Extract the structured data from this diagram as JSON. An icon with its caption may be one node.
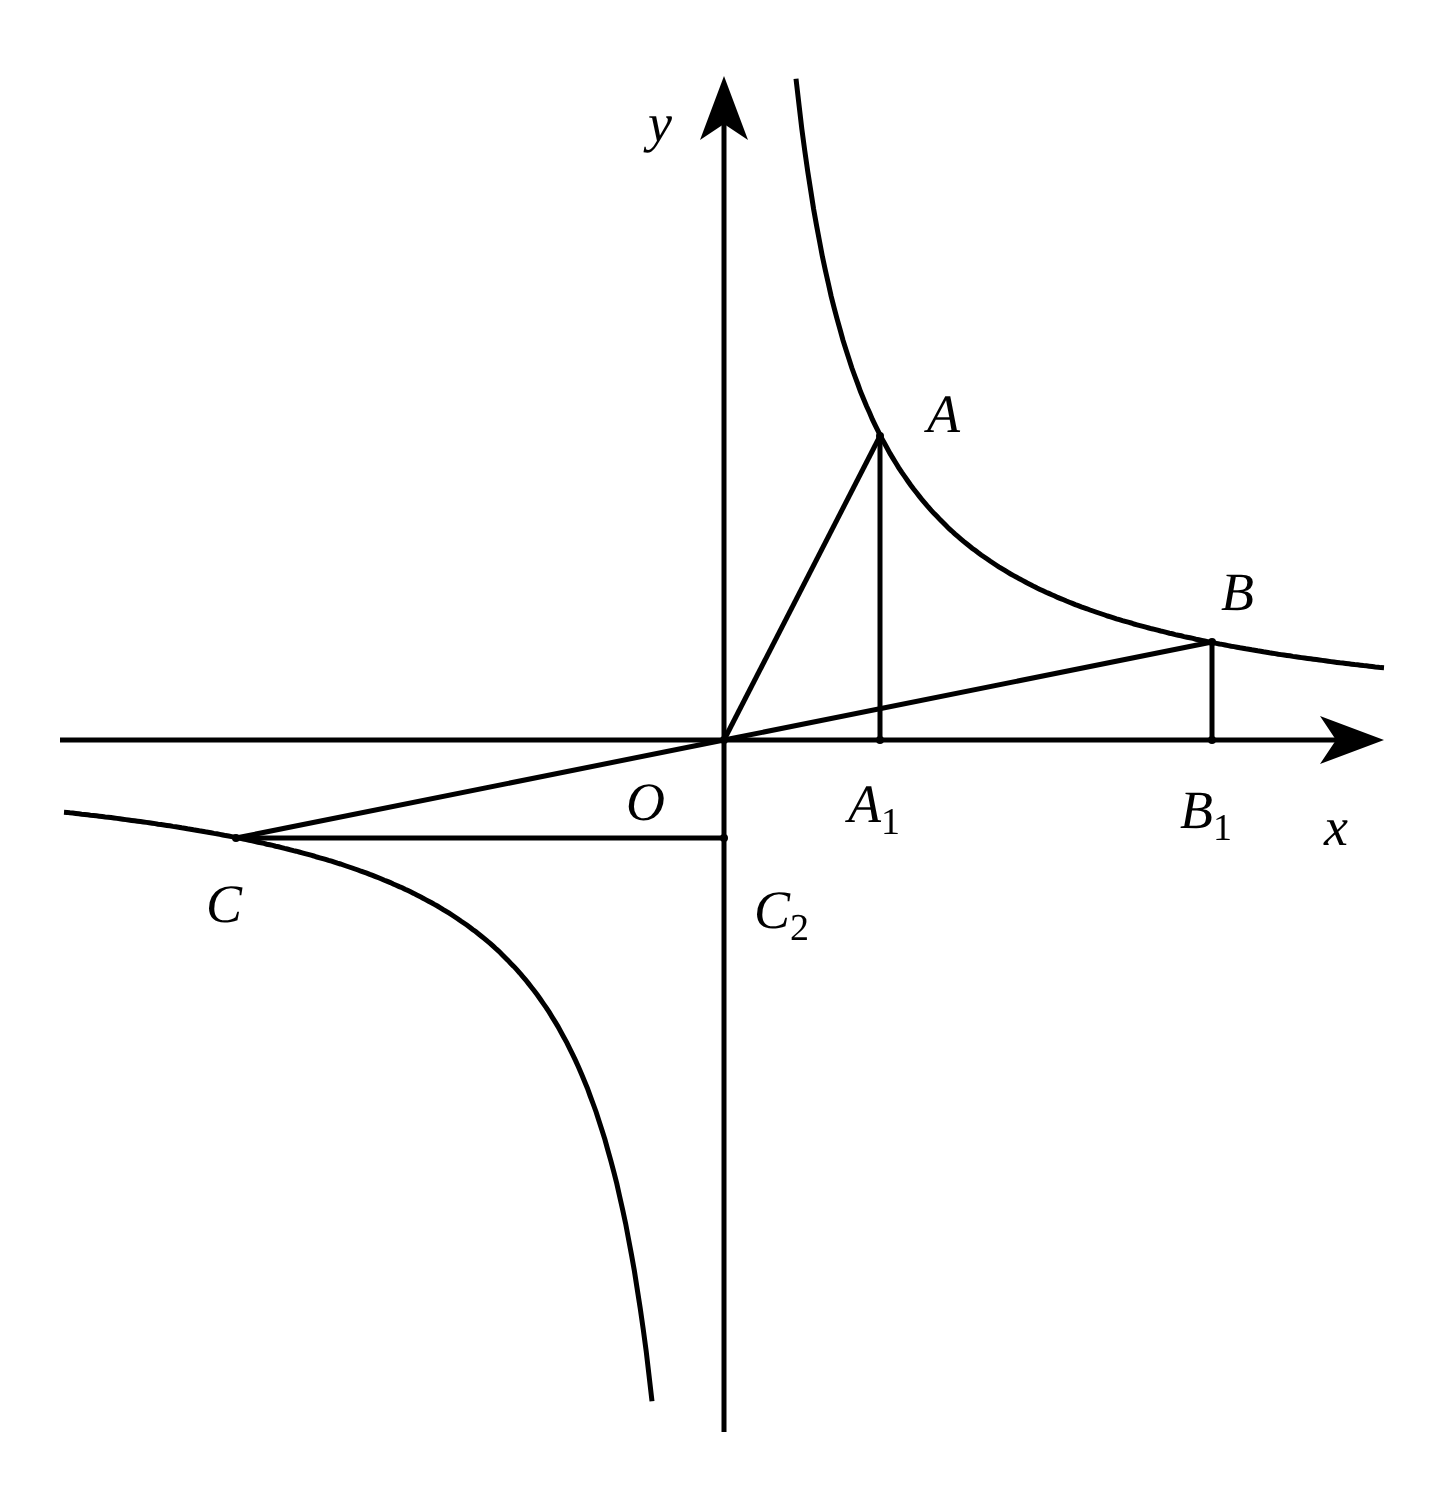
{
  "diagram": {
    "nodes": [
      {
        "text": [
          "A"
        ]
      },
      {
        "text": [
          "B"
        ]
      },
      {
        "text": [
          "O"
        ]
      },
      {
        "text": [
          "A$_{1}$"
        ]
      },
      {
        "text": [
          "B$_{1}$"
        ]
      },
      {
        "text": [
          "C"
        ]
      },
      {
        "text": [
          "C$_{2}$"
        ]
      }
    ],
    "edges": [
      {
        "from": 2,
        "to": 0,
        "arrow": "none"
      },
      {
        "from": 2,
        "to": 1,
        "arrow": "none"
      },
      {
        "from": 0,
        "to": 3,
        "arrow": "none"
      },
      {
        "from": 1,
        "to": 4,
        "arrow": "none"
      },
      {
        "from": 5,
        "to": 2,
        "arrow": "none"
      },
      {
        "from": 5,
        "to": 6,
        "arrow": "none"
      }
    ],
    "labels": [
      "y",
      "x"
    ]
  }
}
